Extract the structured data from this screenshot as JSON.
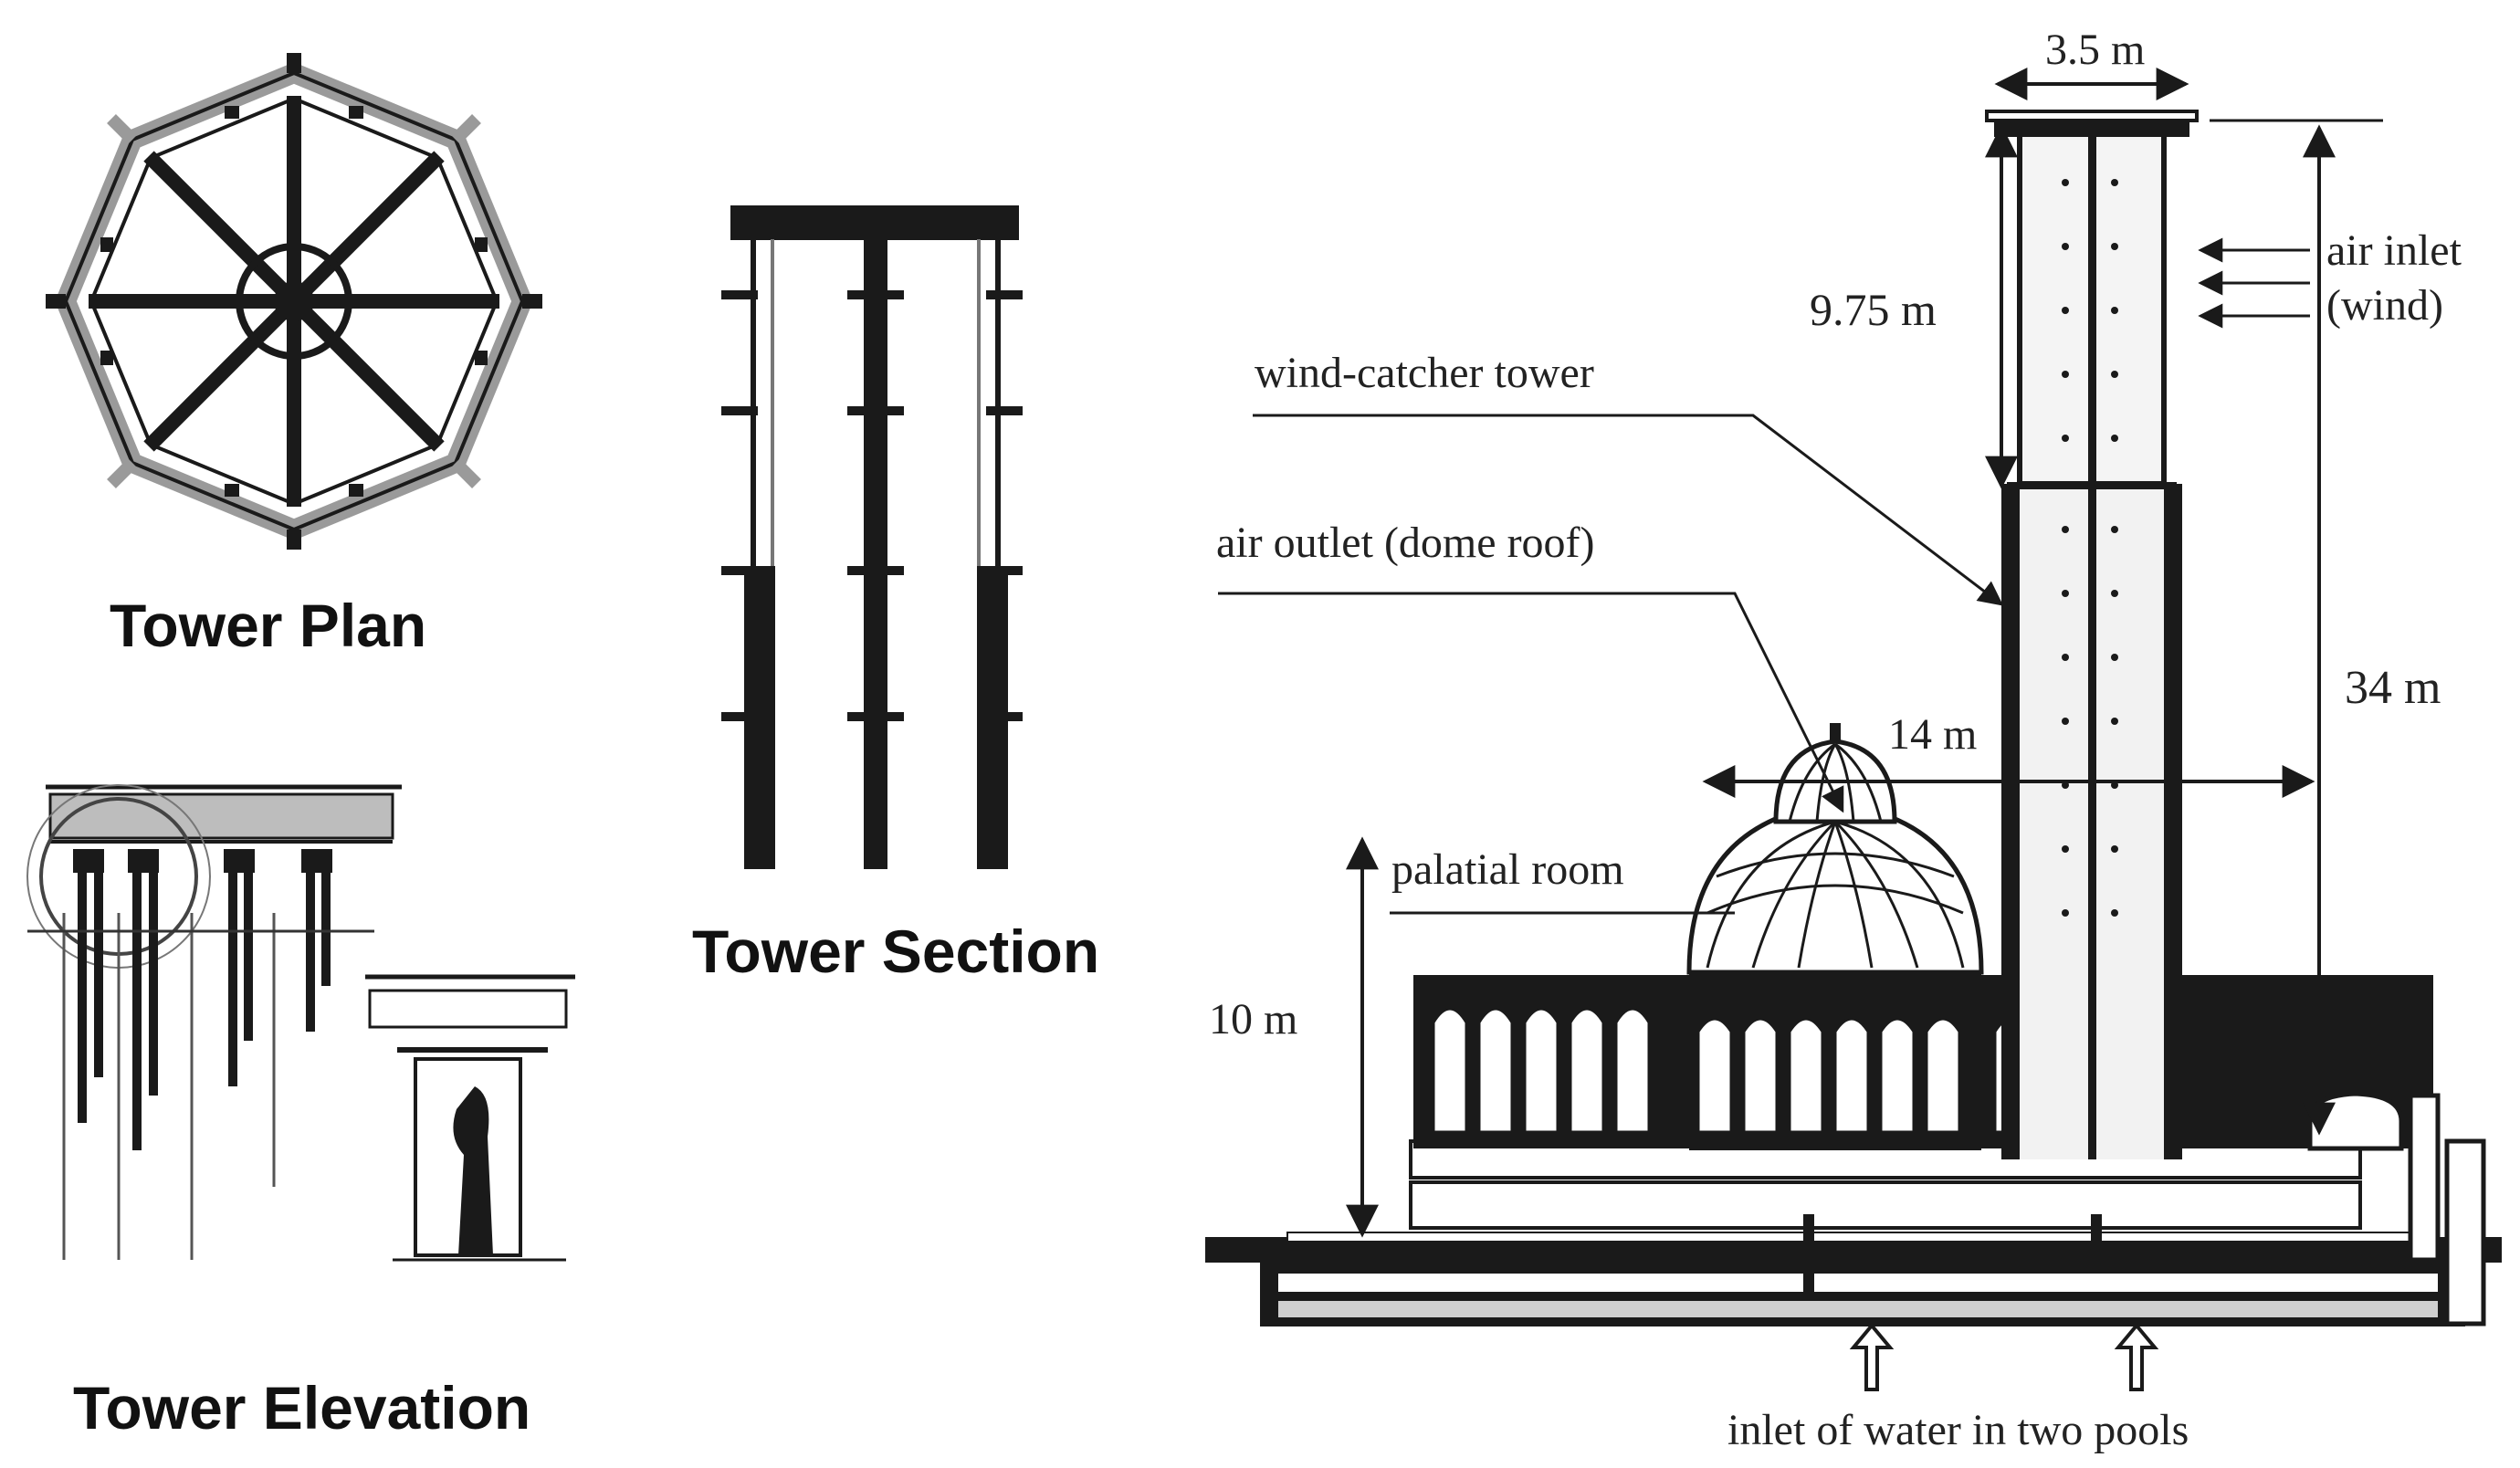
{
  "captions": {
    "plan": "Tower Plan",
    "elevation": "Tower Elevation",
    "section": "Tower Section"
  },
  "annotations": {
    "top_width": "3.5 m",
    "upper_height": "9.75 m",
    "air_inlet_line1": "air inlet",
    "air_inlet_line2": "(wind)",
    "tower_label": "wind-catcher tower",
    "outlet_label": "air outlet (dome roof)",
    "span": "14 m",
    "total_height": "34 m",
    "room_label": "palatial room",
    "room_height": "10 m",
    "water_inlet": "inlet of water in two pools"
  },
  "colors": {
    "ink": "#1a1a1a",
    "wood": "#9a9a9a",
    "background": "#ffffff"
  }
}
